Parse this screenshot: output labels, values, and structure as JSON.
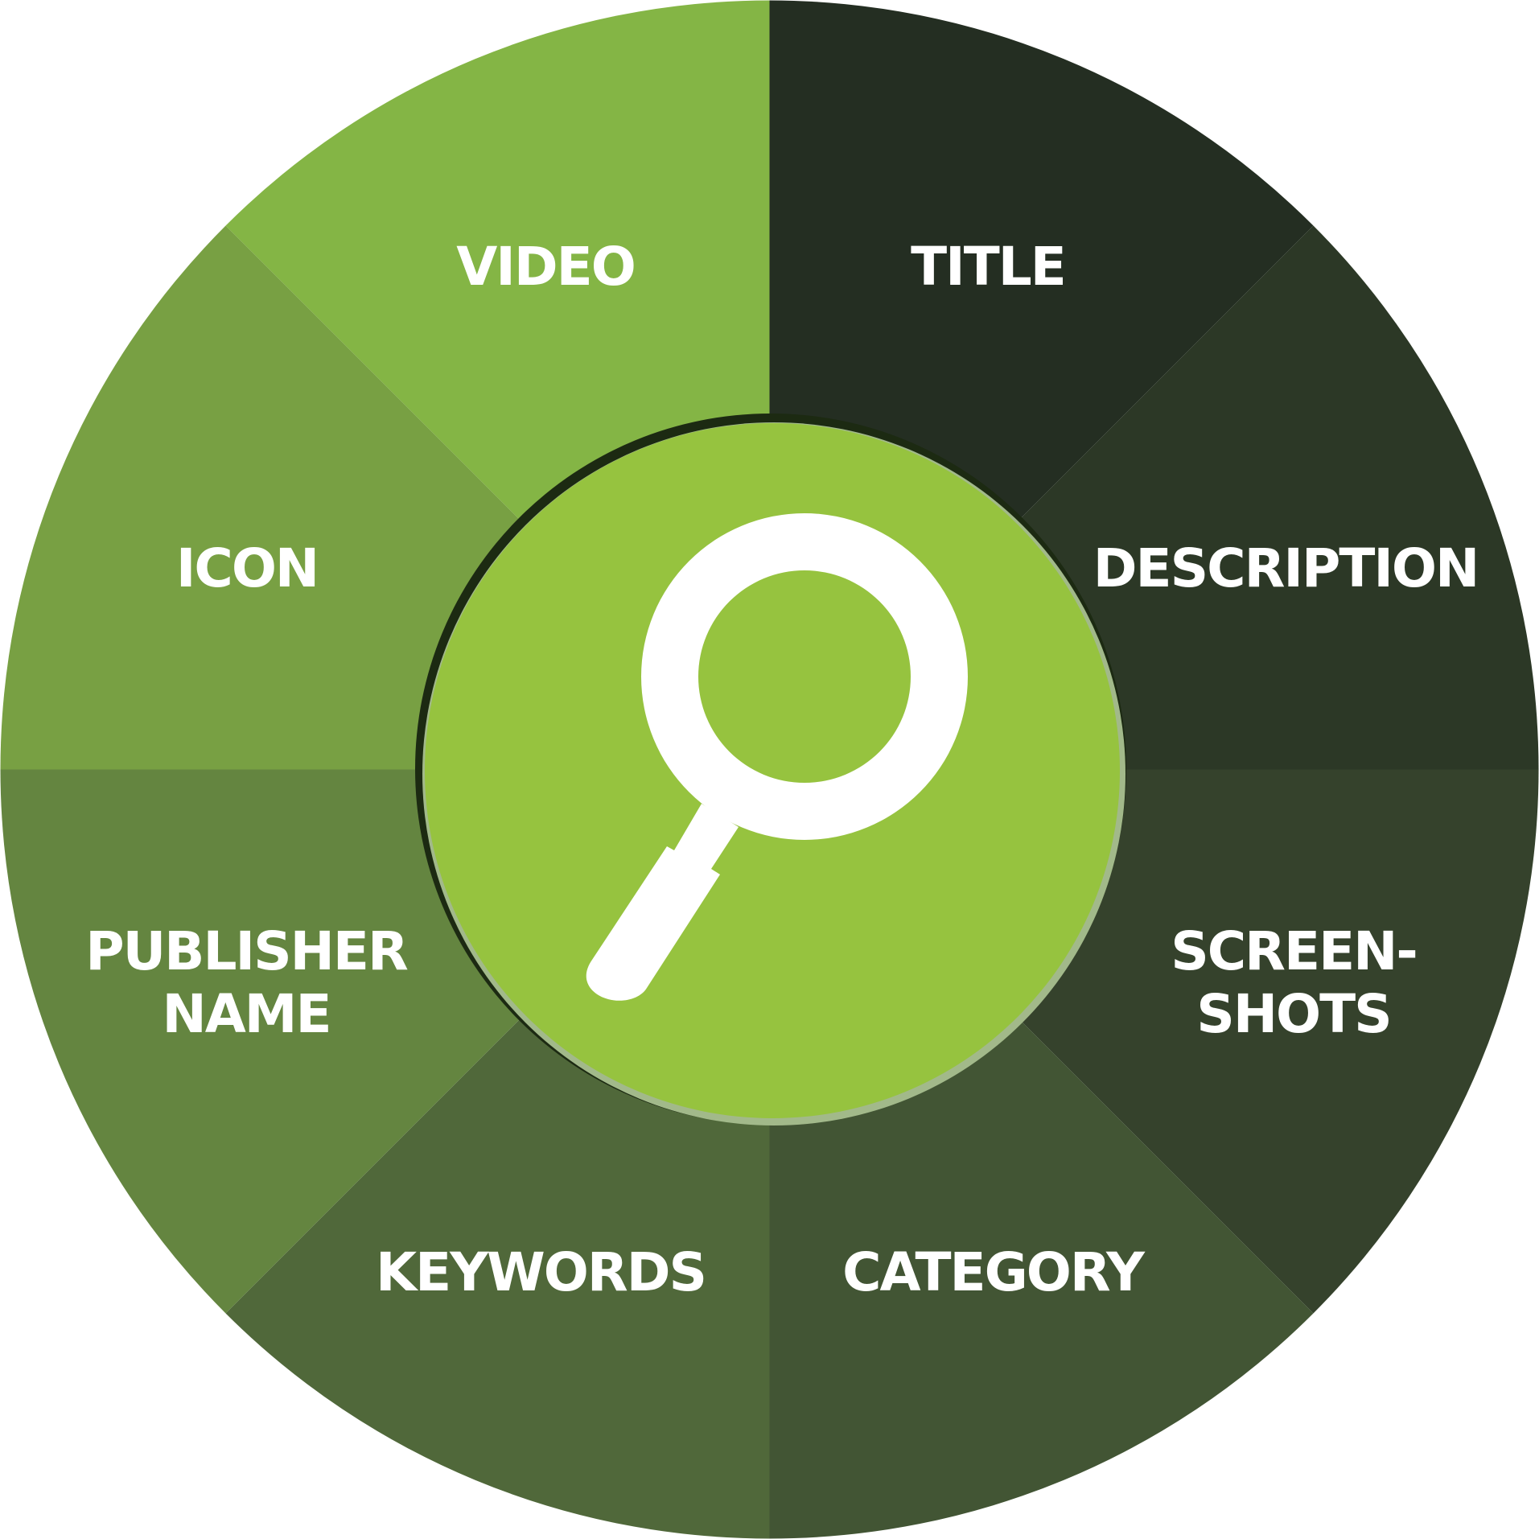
{
  "diagram": {
    "type": "radial-wheel",
    "center_icon": "magnifying-glass-icon",
    "center_color": "#96c33f",
    "segments": [
      {
        "label": "VIDEO",
        "color": "#84b545"
      },
      {
        "label": "TITLE",
        "color": "#242e22"
      },
      {
        "label": "DESCRIPTION",
        "color": "#2c3826"
      },
      {
        "label": "SCREEN-",
        "label2": "SHOTS",
        "color": "#35422c"
      },
      {
        "label": "CATEGORY",
        "color": "#425534"
      },
      {
        "label": "KEYWORDS",
        "color": "#50683a"
      },
      {
        "label": "PUBLISHER",
        "label2": "NAME",
        "color": "#648540"
      },
      {
        "label": "ICON",
        "color": "#78a043"
      }
    ]
  }
}
